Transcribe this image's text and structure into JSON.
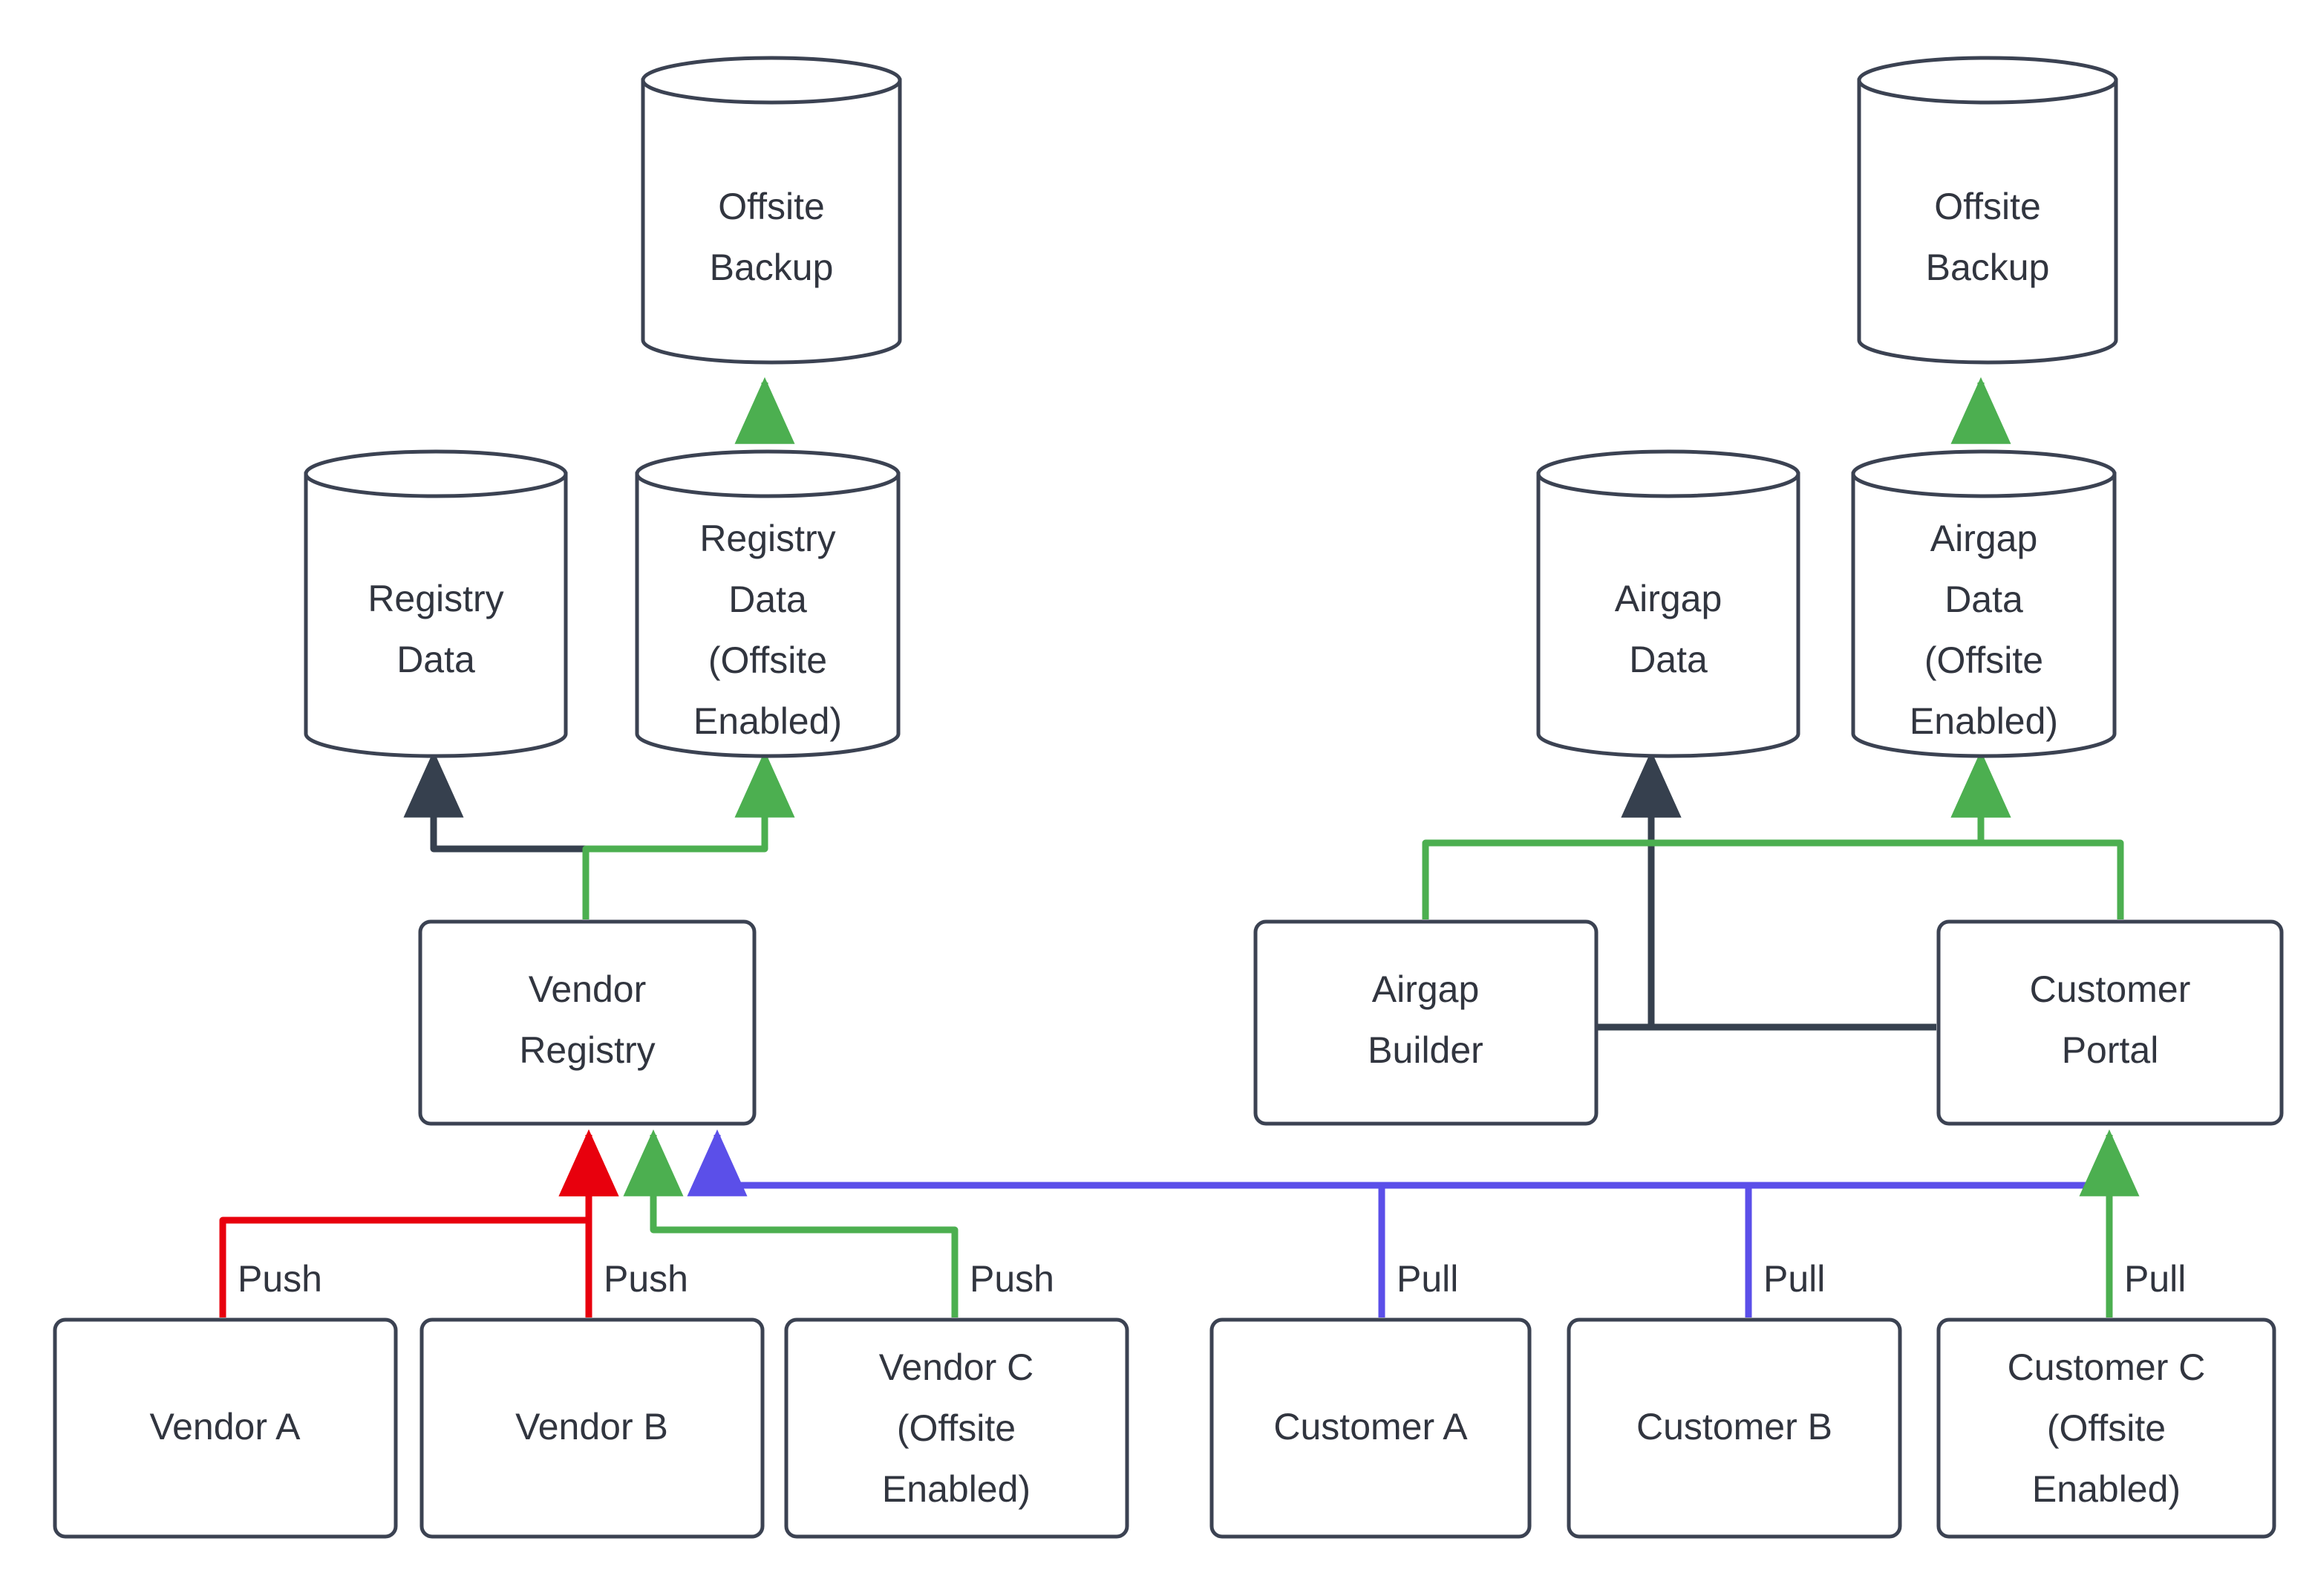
{
  "diagram": {
    "title": "Registry and Airgap Data Flow with Offsite Backup",
    "colors": {
      "node_stroke": "#3b4252",
      "node_fill": "#ffffff",
      "text": "#31353f",
      "edge_dark": "#36404e",
      "edge_green": "#4caf50",
      "edge_red": "#e8000d",
      "edge_blue": "#5b4fe9",
      "background": "#ffffff"
    },
    "nodes": [
      {
        "id": "offsite-backup-left",
        "type": "cylinder",
        "lines": [
          "Offsite",
          "Backup"
        ]
      },
      {
        "id": "registry-data",
        "type": "cylinder",
        "lines": [
          "Registry",
          "Data"
        ]
      },
      {
        "id": "registry-data-offsite",
        "type": "cylinder",
        "lines": [
          "Registry",
          "Data",
          "(Offsite",
          "Enabled)"
        ]
      },
      {
        "id": "vendor-registry",
        "type": "box",
        "lines": [
          "Vendor",
          "Registry"
        ]
      },
      {
        "id": "vendor-a",
        "type": "box",
        "lines": [
          "Vendor A"
        ]
      },
      {
        "id": "vendor-b",
        "type": "box",
        "lines": [
          "Vendor B"
        ]
      },
      {
        "id": "vendor-c",
        "type": "box",
        "lines": [
          "Vendor C",
          "(Offsite",
          "Enabled)"
        ]
      },
      {
        "id": "offsite-backup-right",
        "type": "cylinder",
        "lines": [
          "Offsite",
          "Backup"
        ]
      },
      {
        "id": "airgap-data",
        "type": "cylinder",
        "lines": [
          "Airgap",
          "Data"
        ]
      },
      {
        "id": "airgap-data-offsite",
        "type": "cylinder",
        "lines": [
          "Airgap",
          "Data",
          "(Offsite",
          "Enabled)"
        ]
      },
      {
        "id": "airgap-builder",
        "type": "box",
        "lines": [
          "Airgap",
          "Builder"
        ]
      },
      {
        "id": "customer-portal",
        "type": "box",
        "lines": [
          "Customer",
          "Portal"
        ]
      },
      {
        "id": "customer-a",
        "type": "box",
        "lines": [
          "Customer A"
        ]
      },
      {
        "id": "customer-b",
        "type": "box",
        "lines": [
          "Customer B"
        ]
      },
      {
        "id": "customer-c",
        "type": "box",
        "lines": [
          "Customer C",
          "(Offsite",
          "Enabled)"
        ]
      }
    ],
    "edges": [
      {
        "id": "e-vendor-a-push",
        "from": "vendor-a",
        "to": "vendor-registry",
        "label": "Push",
        "color": "red"
      },
      {
        "id": "e-vendor-b-push",
        "from": "vendor-b",
        "to": "vendor-registry",
        "label": "Push",
        "color": "red"
      },
      {
        "id": "e-vendor-c-push",
        "from": "vendor-c",
        "to": "vendor-registry",
        "label": "Push",
        "color": "green"
      },
      {
        "id": "e-portal-to-registry",
        "from": "customer-portal",
        "to": "vendor-registry",
        "label": "",
        "color": "blue"
      },
      {
        "id": "e-registry-data",
        "from": "vendor-registry",
        "to": "registry-data",
        "label": "",
        "color": "dark"
      },
      {
        "id": "e-registry-data-offsite",
        "from": "vendor-registry",
        "to": "registry-data-offsite",
        "label": "",
        "color": "green"
      },
      {
        "id": "e-registry-offsite-bk",
        "from": "registry-data-offsite",
        "to": "offsite-backup-left",
        "label": "",
        "color": "green"
      },
      {
        "id": "e-customer-a-pull",
        "from": "customer-a",
        "to": "customer-portal",
        "label": "Pull",
        "color": "blue"
      },
      {
        "id": "e-customer-b-pull",
        "from": "customer-b",
        "to": "customer-portal",
        "label": "Pull",
        "color": "blue"
      },
      {
        "id": "e-customer-c-pull",
        "from": "customer-c",
        "to": "customer-portal",
        "label": "Pull",
        "color": "green"
      },
      {
        "id": "e-builder-airgap-data",
        "from": "airgap-builder",
        "to": "airgap-data",
        "label": "",
        "color": "dark"
      },
      {
        "id": "e-builder-airgap-offsite",
        "from": "airgap-builder",
        "to": "airgap-data-offsite",
        "label": "",
        "color": "green"
      },
      {
        "id": "e-portal-airgap-data",
        "from": "customer-portal",
        "to": "airgap-data",
        "label": "",
        "color": "dark"
      },
      {
        "id": "e-portal-airgap-offsite",
        "from": "customer-portal",
        "to": "airgap-data-offsite",
        "label": "",
        "color": "green"
      },
      {
        "id": "e-airgap-offsite-bk",
        "from": "airgap-data-offsite",
        "to": "offsite-backup-right",
        "label": "",
        "color": "green"
      }
    ],
    "labels": {
      "offsite_backup_l1": "Offsite",
      "offsite_backup_l2": "Backup",
      "registry_data_l1": "Registry",
      "registry_data_l2": "Data",
      "registry_data_offsite_l1": "Registry",
      "registry_data_offsite_l2": "Data",
      "registry_data_offsite_l3": "(Offsite",
      "registry_data_offsite_l4": "Enabled)",
      "vendor_registry_l1": "Vendor",
      "vendor_registry_l2": "Registry",
      "vendor_a": "Vendor A",
      "vendor_b": "Vendor B",
      "vendor_c_l1": "Vendor C",
      "vendor_c_l2": "(Offsite",
      "vendor_c_l3": "Enabled)",
      "airgap_data_l1": "Airgap",
      "airgap_data_l2": "Data",
      "airgap_data_offsite_l1": "Airgap",
      "airgap_data_offsite_l2": "Data",
      "airgap_data_offsite_l3": "(Offsite",
      "airgap_data_offsite_l4": "Enabled)",
      "airgap_builder_l1": "Airgap",
      "airgap_builder_l2": "Builder",
      "customer_portal_l1": "Customer",
      "customer_portal_l2": "Portal",
      "customer_a": "Customer A",
      "customer_b": "Customer B",
      "customer_c_l1": "Customer C",
      "customer_c_l2": "(Offsite",
      "customer_c_l3": "Enabled)",
      "push_1": "Push",
      "push_2": "Push",
      "push_3": "Push",
      "pull_1": "Pull",
      "pull_2": "Pull",
      "pull_3": "Pull"
    }
  }
}
